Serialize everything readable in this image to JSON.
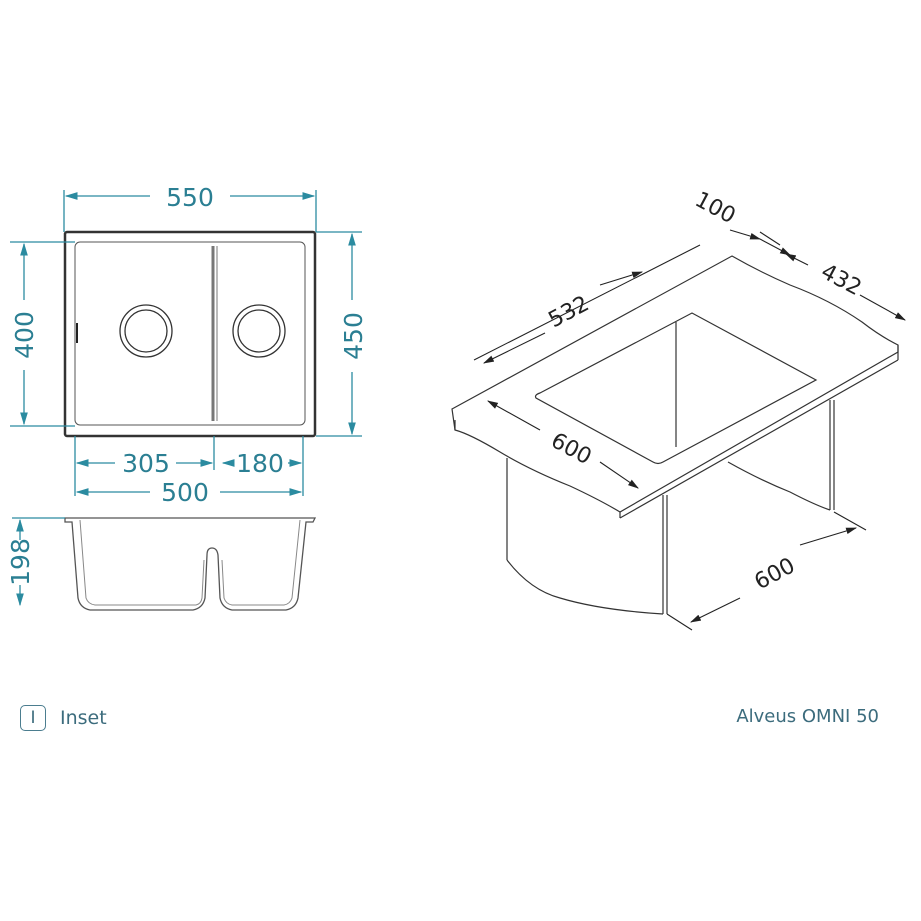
{
  "product": {
    "name": "Alveus OMNI 50"
  },
  "mounting": {
    "icon_letter": "I",
    "label": "Inset"
  },
  "top_view": {
    "overall_width": "550",
    "overall_depth": "450",
    "bowl_depth": "400",
    "main_bowl_width": "305",
    "small_bowl_width": "180",
    "bowls_total_width": "500"
  },
  "side_view": {
    "height": "198"
  },
  "iso_view": {
    "front_offset": "100",
    "cutout_depth": "432",
    "cutout_width": "532",
    "worktop_width": "600",
    "cabinet_width": "600"
  },
  "colors": {
    "dimension": "#2b8ba0",
    "text": "#3c6c7d",
    "line": "#333333"
  }
}
